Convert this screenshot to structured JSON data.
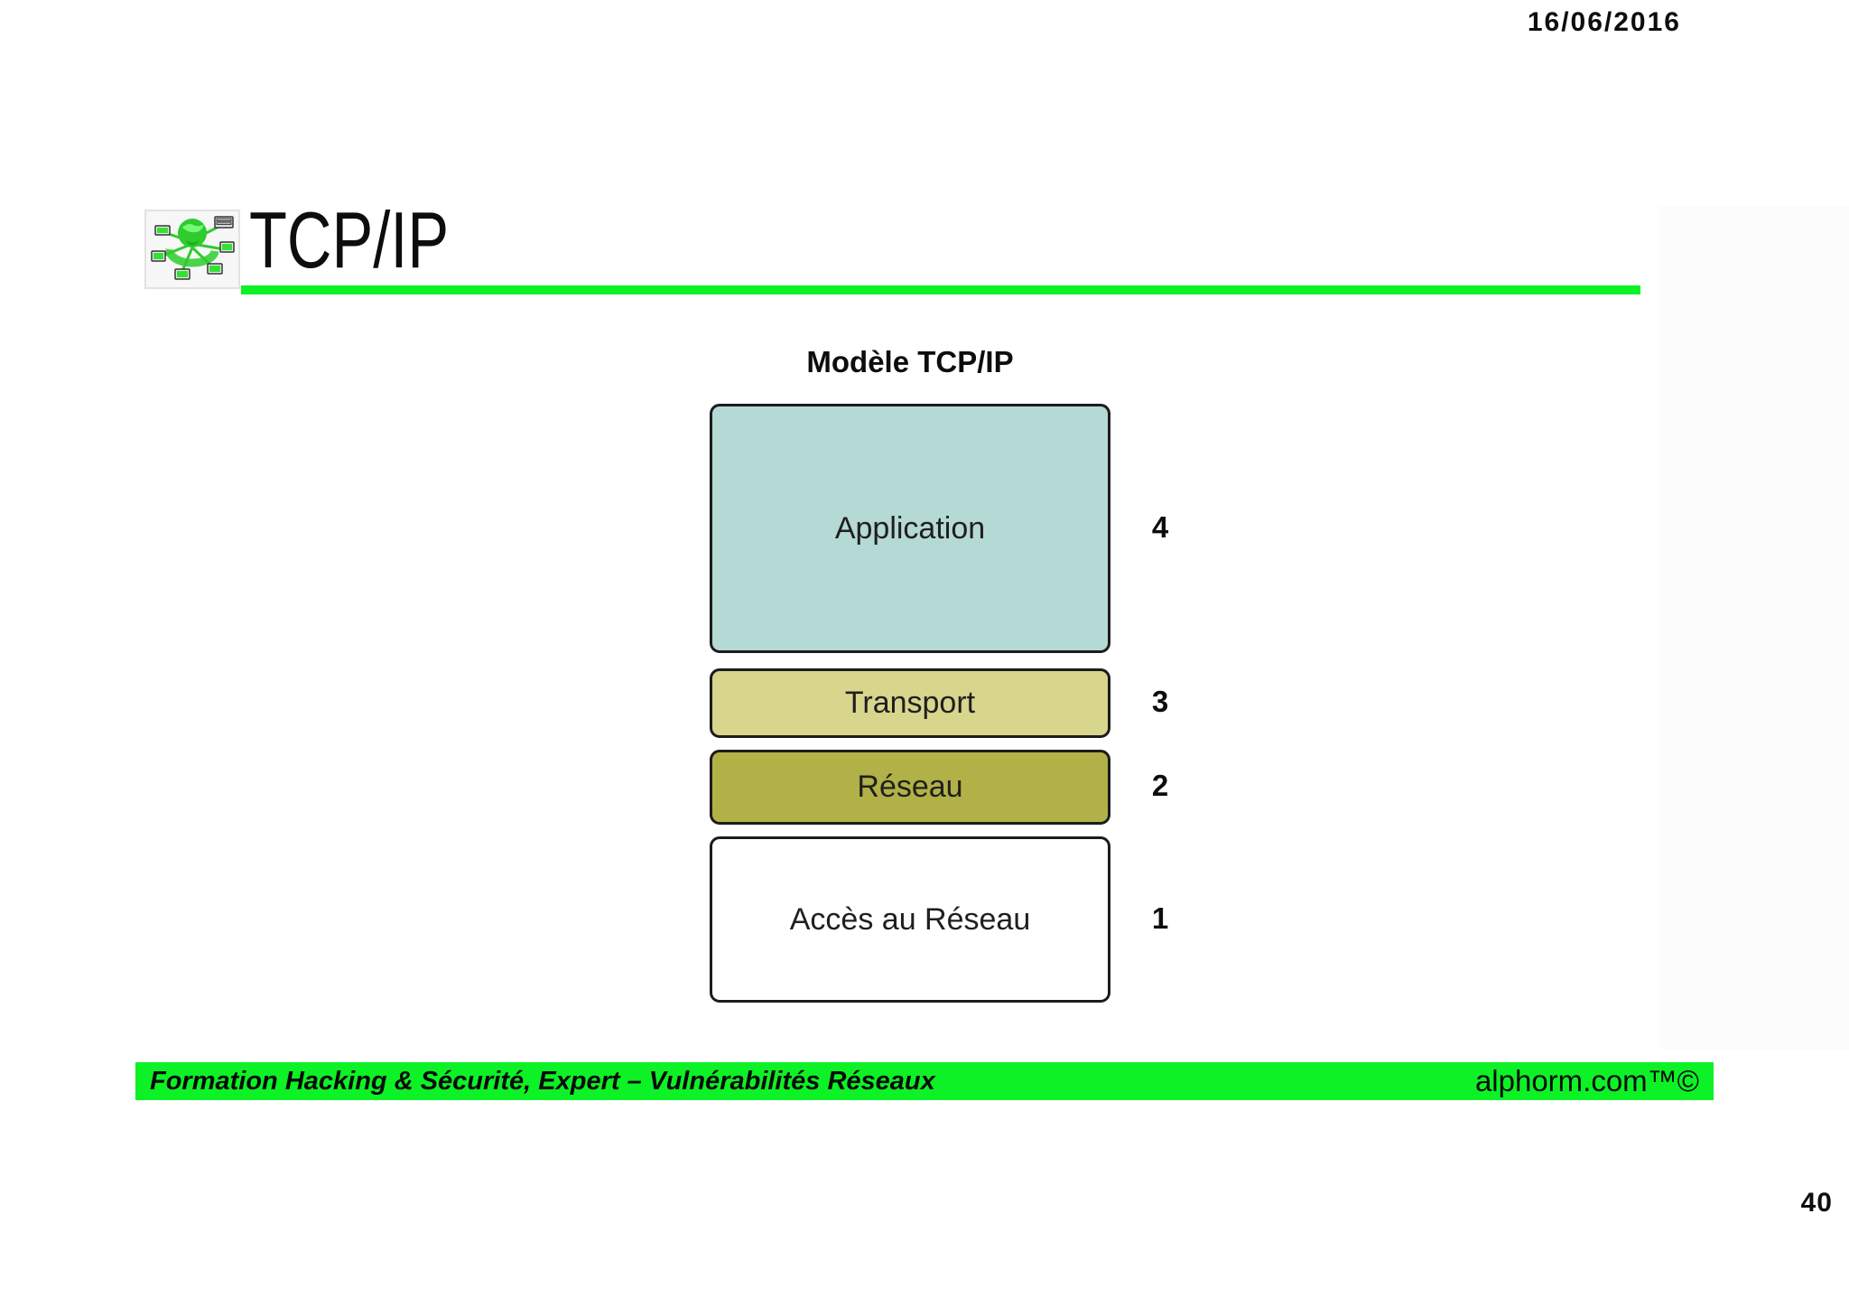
{
  "slide": {
    "date": "16/06/2016",
    "title": "TCP/IP",
    "page_number": "40"
  },
  "icons": {
    "header": "network-globe-icon"
  },
  "diagram": {
    "title": "Modèle TCP/IP",
    "layers": [
      {
        "label": "Application",
        "number": "4",
        "color": "#b5d9d5"
      },
      {
        "label": "Transport",
        "number": "3",
        "color": "#d8d58d"
      },
      {
        "label": "Réseau",
        "number": "2",
        "color": "#b1b148"
      },
      {
        "label": "Accès au Réseau",
        "number": "1",
        "color": "#ffffff"
      }
    ]
  },
  "footer": {
    "course_title": "Formation Hacking & Sécurité, Expert – Vulnérabilités Réseaux",
    "brand": "alphorm.com™©"
  },
  "colors": {
    "accent_green": "#0df226",
    "globe_green": "#2ecc2e"
  }
}
